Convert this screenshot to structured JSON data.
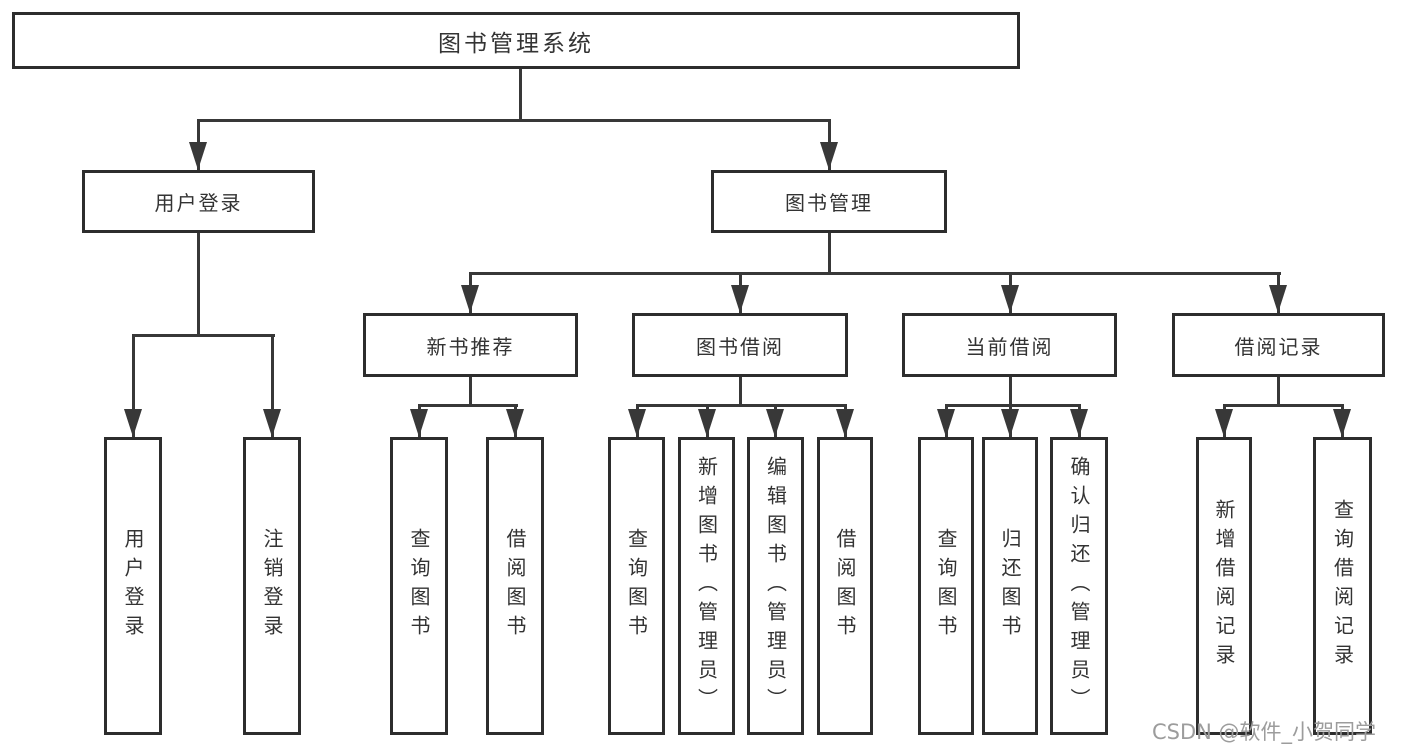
{
  "title": "图书管理系统",
  "tree": {
    "root": {
      "label": "图书管理系统",
      "children": [
        {
          "label": "用户登录",
          "children": [
            {
              "label": "用户登录"
            },
            {
              "label": "注销登录"
            }
          ]
        },
        {
          "label": "图书管理",
          "children": [
            {
              "label": "新书推荐",
              "children": [
                {
                  "label": "查询图书"
                },
                {
                  "label": "借阅图书"
                }
              ]
            },
            {
              "label": "图书借阅",
              "children": [
                {
                  "label": "查询图书"
                },
                {
                  "label": "新增图书（管理员）"
                },
                {
                  "label": "编辑图书（管理员）"
                },
                {
                  "label": "借阅图书"
                }
              ]
            },
            {
              "label": "当前借阅",
              "children": [
                {
                  "label": "查询图书"
                },
                {
                  "label": "归还图书"
                },
                {
                  "label": "确认归还（管理员）"
                }
              ]
            },
            {
              "label": "借阅记录",
              "children": [
                {
                  "label": "新增借阅记录"
                },
                {
                  "label": "查询借阅记录"
                }
              ]
            }
          ]
        }
      ]
    }
  },
  "watermark": "CSDN @软件_小贺同学",
  "colors": {
    "background": "#ffffff",
    "box_border": "#2d2d2d",
    "line": "#383838",
    "text": "#333333",
    "watermark": "#9c9c9c"
  }
}
